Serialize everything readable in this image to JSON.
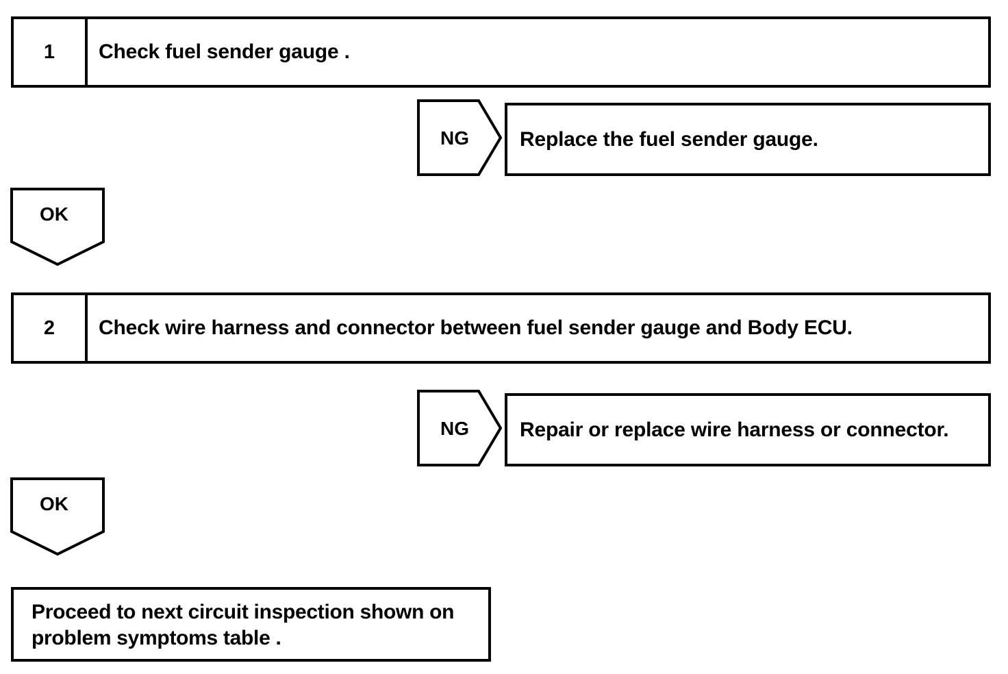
{
  "diagram": {
    "type": "troubleshooting-flowchart",
    "background_color": "#ffffff",
    "line_color": "#000000",
    "steps": [
      {
        "number": "1",
        "text": "Check fuel sender gauge ."
      },
      {
        "number": "2",
        "text": "Check wire harness and connector between fuel sender gauge and Body ECU."
      }
    ],
    "branches": [
      {
        "label": "NG",
        "result": "Replace the fuel sender gauge."
      },
      {
        "label": "NG",
        "result": "Repair or replace wire harness or connector."
      }
    ],
    "ok_connectors": [
      {
        "label": "OK"
      },
      {
        "label": "OK"
      }
    ],
    "terminal": {
      "line1": "Proceed to next circuit inspection shown on",
      "line2": "problem symptoms table ."
    }
  }
}
